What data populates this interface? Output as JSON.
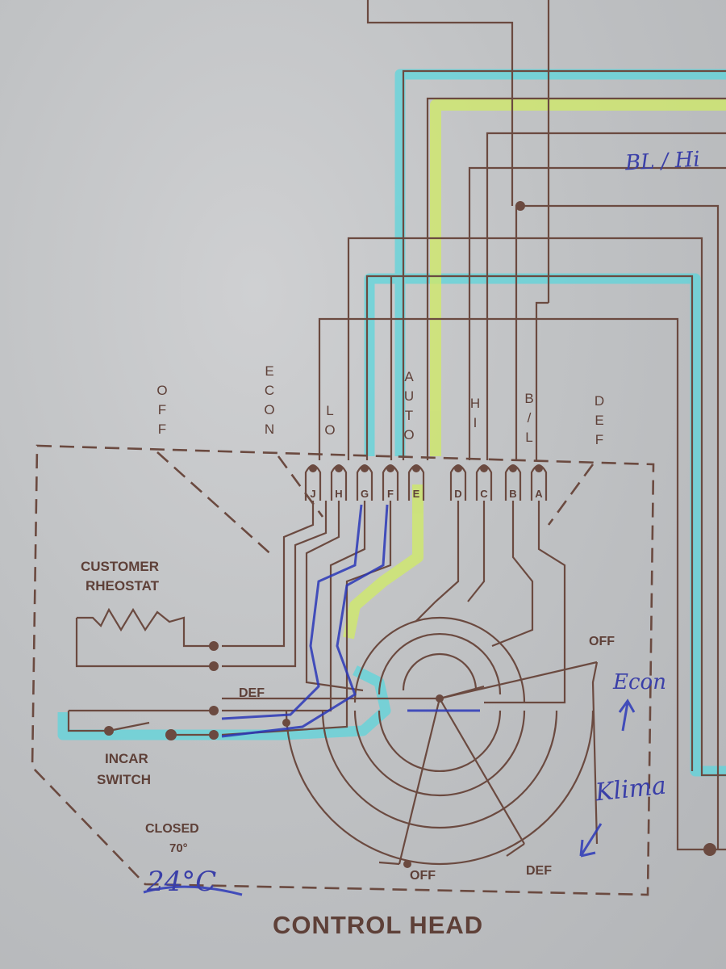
{
  "title": "CONTROL HEAD",
  "mode_labels": {
    "off": "OFF",
    "econ": "ECON",
    "lo": "LO",
    "auto": "AUTO",
    "hi": "HI",
    "bl": "B/L",
    "def": "DEF"
  },
  "pins": [
    "J",
    "H",
    "G",
    "F",
    "E",
    "D",
    "C",
    "B",
    "A"
  ],
  "labels": {
    "customer_rheostat_1": "CUSTOMER",
    "customer_rheostat_2": "RHEOSTAT",
    "incar_switch_1": "INCAR",
    "incar_switch_2": "SWITCH",
    "closed_1": "CLOSED",
    "closed_2": "70°",
    "def_mid": "DEF",
    "off_right": "OFF",
    "off_bottom": "OFF",
    "def_bottom": "DEF"
  },
  "handwritten": {
    "bl_hi": "BL / Hi",
    "econ": "Econ",
    "klima": "Klima",
    "temp": "24°C"
  },
  "colors": {
    "wire": "#6b4a40",
    "highlight_cyan": "#5ed6dc",
    "highlight_yellow": "#cfe86a",
    "pen_blue": "#2b38b8"
  }
}
